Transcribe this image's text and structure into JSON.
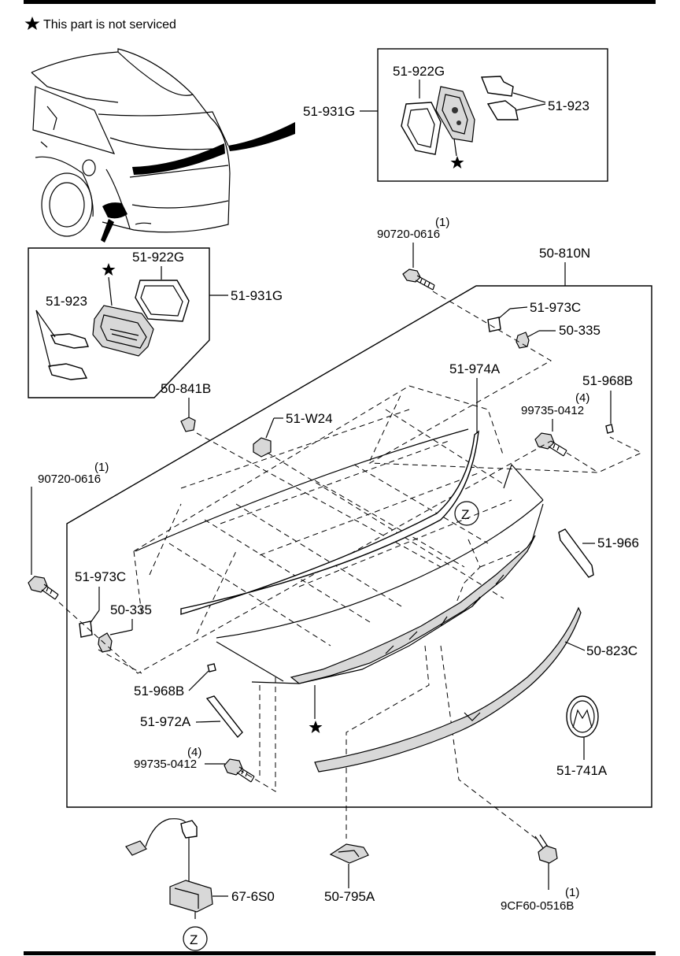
{
  "legend": {
    "star_note": "This part is not serviced"
  },
  "callouts": {
    "c51_931G_top": "51-931G",
    "c51_922G_top": "51-922G",
    "c51_923_top": "51-923",
    "c51_931G_left": "51-931G",
    "c51_922G_left": "51-922G",
    "c51_923_left": "51-923",
    "c90720_top": "90720-0616",
    "c90720_top_qty": "(1)",
    "c50_810N": "50-810N",
    "c51_973C_top": "51-973C",
    "c50_335_top": "50-335",
    "c51_974A": "51-974A",
    "c51_968B_top": "51-968B",
    "c99735_top": "99735-0412",
    "c99735_top_qty": "(4)",
    "c50_841B": "50-841B",
    "c51_W24": "51-W24",
    "c90720_left": "90720-0616",
    "c90720_left_qty": "(1)",
    "c51_966": "51-966",
    "c51_973C_left": "51-973C",
    "c50_335_left": "50-335",
    "c50_823C": "50-823C",
    "c51_968B_left": "51-968B",
    "c51_972A": "51-972A",
    "c99735_left": "99735-0412",
    "c99735_left_qty": "(4)",
    "c51_741A": "51-741A",
    "c67_6S0": "67-6S0",
    "c50_795A": "50-795A",
    "c9CF60": "9CF60-0516B",
    "c9CF60_qty": "(1)",
    "z_marker_mid": "Z",
    "z_marker_bottom": "Z"
  },
  "icons": [
    "star-icon",
    "bolt-icon",
    "clip-icon",
    "nut-icon"
  ]
}
